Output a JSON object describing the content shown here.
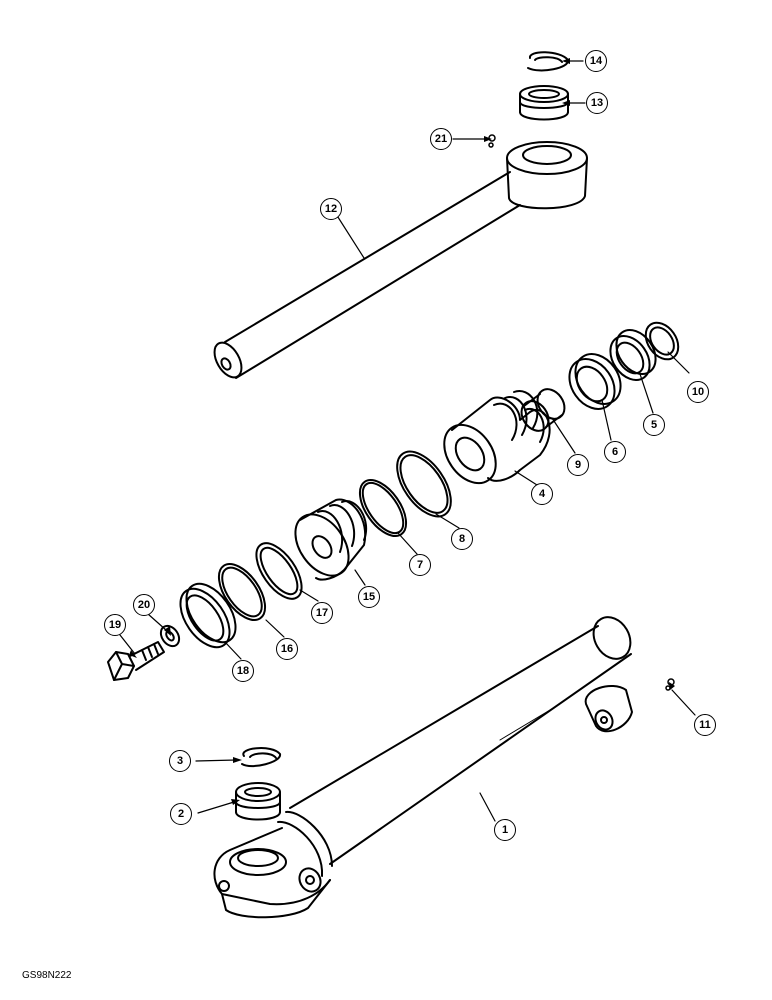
{
  "diagram": {
    "callouts": [
      {
        "id": "1",
        "text": "1"
      },
      {
        "id": "2",
        "text": "2"
      },
      {
        "id": "3",
        "text": "3"
      },
      {
        "id": "4",
        "text": "4"
      },
      {
        "id": "5",
        "text": "5"
      },
      {
        "id": "6",
        "text": "6"
      },
      {
        "id": "7",
        "text": "7"
      },
      {
        "id": "8",
        "text": "8"
      },
      {
        "id": "9",
        "text": "9"
      },
      {
        "id": "10",
        "text": "10"
      },
      {
        "id": "11",
        "text": "11"
      },
      {
        "id": "12",
        "text": "12"
      },
      {
        "id": "13",
        "text": "13"
      },
      {
        "id": "14",
        "text": "14"
      },
      {
        "id": "15",
        "text": "15"
      },
      {
        "id": "16",
        "text": "16"
      },
      {
        "id": "17",
        "text": "17"
      },
      {
        "id": "18",
        "text": "18"
      },
      {
        "id": "19",
        "text": "19"
      },
      {
        "id": "20",
        "text": "20"
      },
      {
        "id": "21",
        "text": "21"
      }
    ],
    "figure_code": "GS98N222"
  }
}
